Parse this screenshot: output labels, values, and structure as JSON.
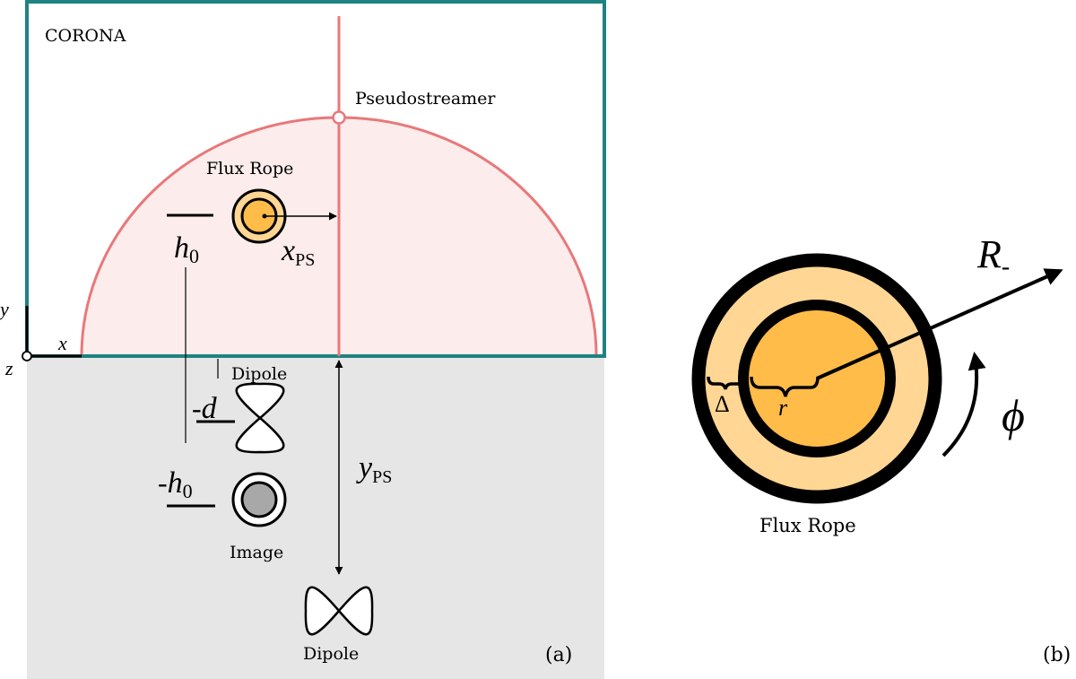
{
  "panel_a": {
    "region_label": "CORONA",
    "pseudostreamer_label": "Pseudostreamer",
    "flux_rope_label": "Flux Rope",
    "dipole_label_upper": "Dipole",
    "dipole_label_lower": "Dipole",
    "image_label": "Image",
    "axis_x": "x",
    "axis_y": "y",
    "axis_z": "z",
    "h0_base": "h",
    "h0_sub": "0",
    "neg_h0_prefix": "-",
    "neg_h0_base": "h",
    "neg_h0_sub": "0",
    "neg_d_prefix": "-",
    "neg_d_base": "d",
    "xps_base": "x",
    "xps_sub": "PS",
    "yps_base": "y",
    "yps_sub": "PS",
    "panel_tag": "(a)"
  },
  "panel_b": {
    "r_outer_base": "R",
    "r_outer_sub": "-",
    "delta_label": "Δ",
    "r_label": "r",
    "phi_label": "ϕ",
    "flux_rope_label": "Flux Rope",
    "panel_tag": "(b)"
  },
  "colors": {
    "corona_border": "#1f8282",
    "separatrix": "#e8787a",
    "separatrix_fill": "#fcecec",
    "photosphere_fill": "#e6e6e6",
    "rope_outer": "#ffd694",
    "rope_inner": "#ffbc48",
    "image_fill": "#a8a8a8"
  }
}
